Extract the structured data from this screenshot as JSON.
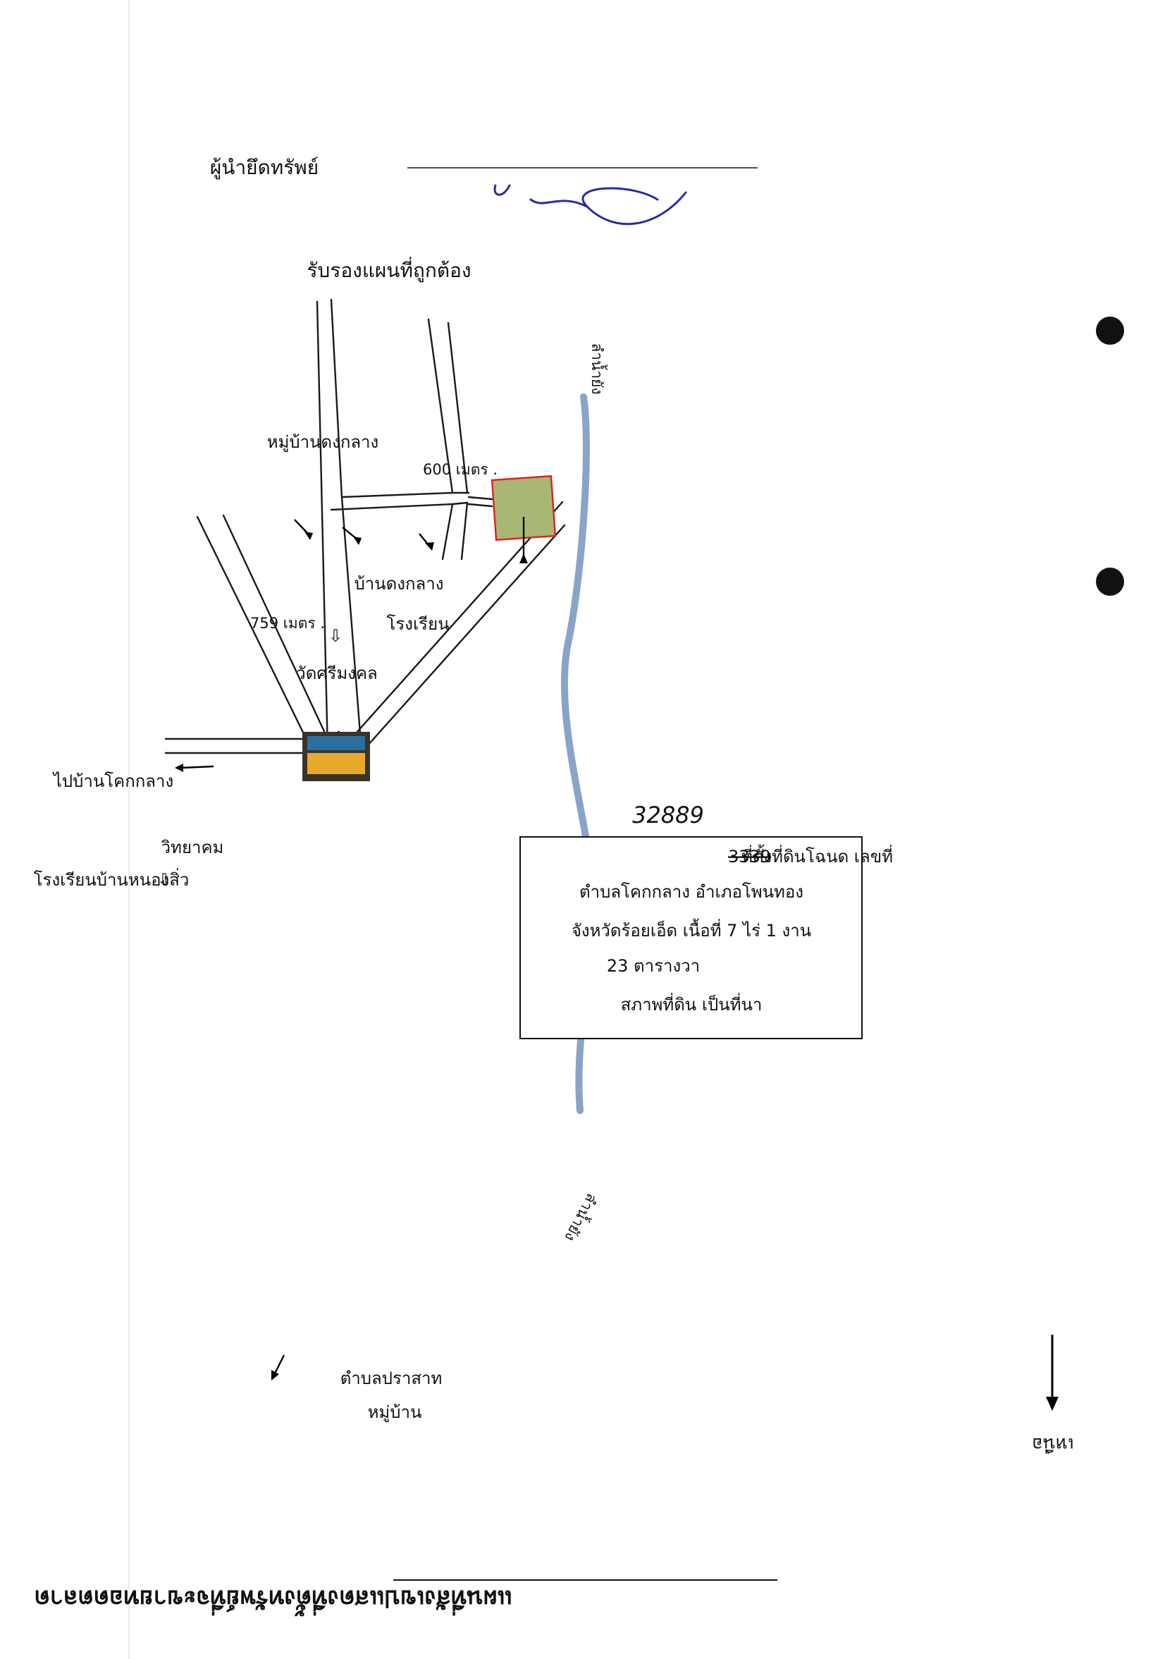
{
  "document": {
    "title": "แผนที่สังเขปแสดงที่ตั้งทรัพย์ที่จะขายทอดตลาด",
    "north_label": "เหนือ",
    "certification": {
      "line1": "รับรองแผนที่ถูกต้อง",
      "signature_role": "ผู้นำยึดทรัพย์"
    }
  },
  "map": {
    "places": {
      "village_north": "หมู่บ้านดงกลาง",
      "ban_dongklang": "บ้านดงกลาง",
      "school_ban": "โรงเรียน",
      "temple": "วัดศรีมงคล",
      "to_district": "ไปบ้านโคกกลาง",
      "school_right": "โรงเรียนบ้านหนองสิ่ว",
      "school_right_sub": "วิทยาคม",
      "village_south_1": "หมู่บ้าน",
      "village_south_2": "ตำบลปราสาท",
      "stream_top": "ลำน้ำยัง",
      "stream_bottom": "ลำน้ำยัง"
    },
    "distances": {
      "d1": "600 เมตร .",
      "d2": "759 เมตร ."
    },
    "info_box": {
      "line1": "ที่ตั้งที่ดินโฉนด เลขที่",
      "deed_crossed": "3339",
      "line2": "ตำบลโคกกลาง อำเภอโพนทอง",
      "line3": "จังหวัดร้อยเอ็ด เนื้อที่ 7 ไร่ 1 งาน",
      "line4": "23 ตารางวา",
      "line5": "สภาพที่ดิน เป็นที่นา"
    },
    "handwritten_deed_no": "32889",
    "colors": {
      "plot_fill": "#a8b872",
      "plot_border": "#e02020",
      "stream": "#8aa3c8",
      "ink": "#2a2aa8"
    }
  }
}
